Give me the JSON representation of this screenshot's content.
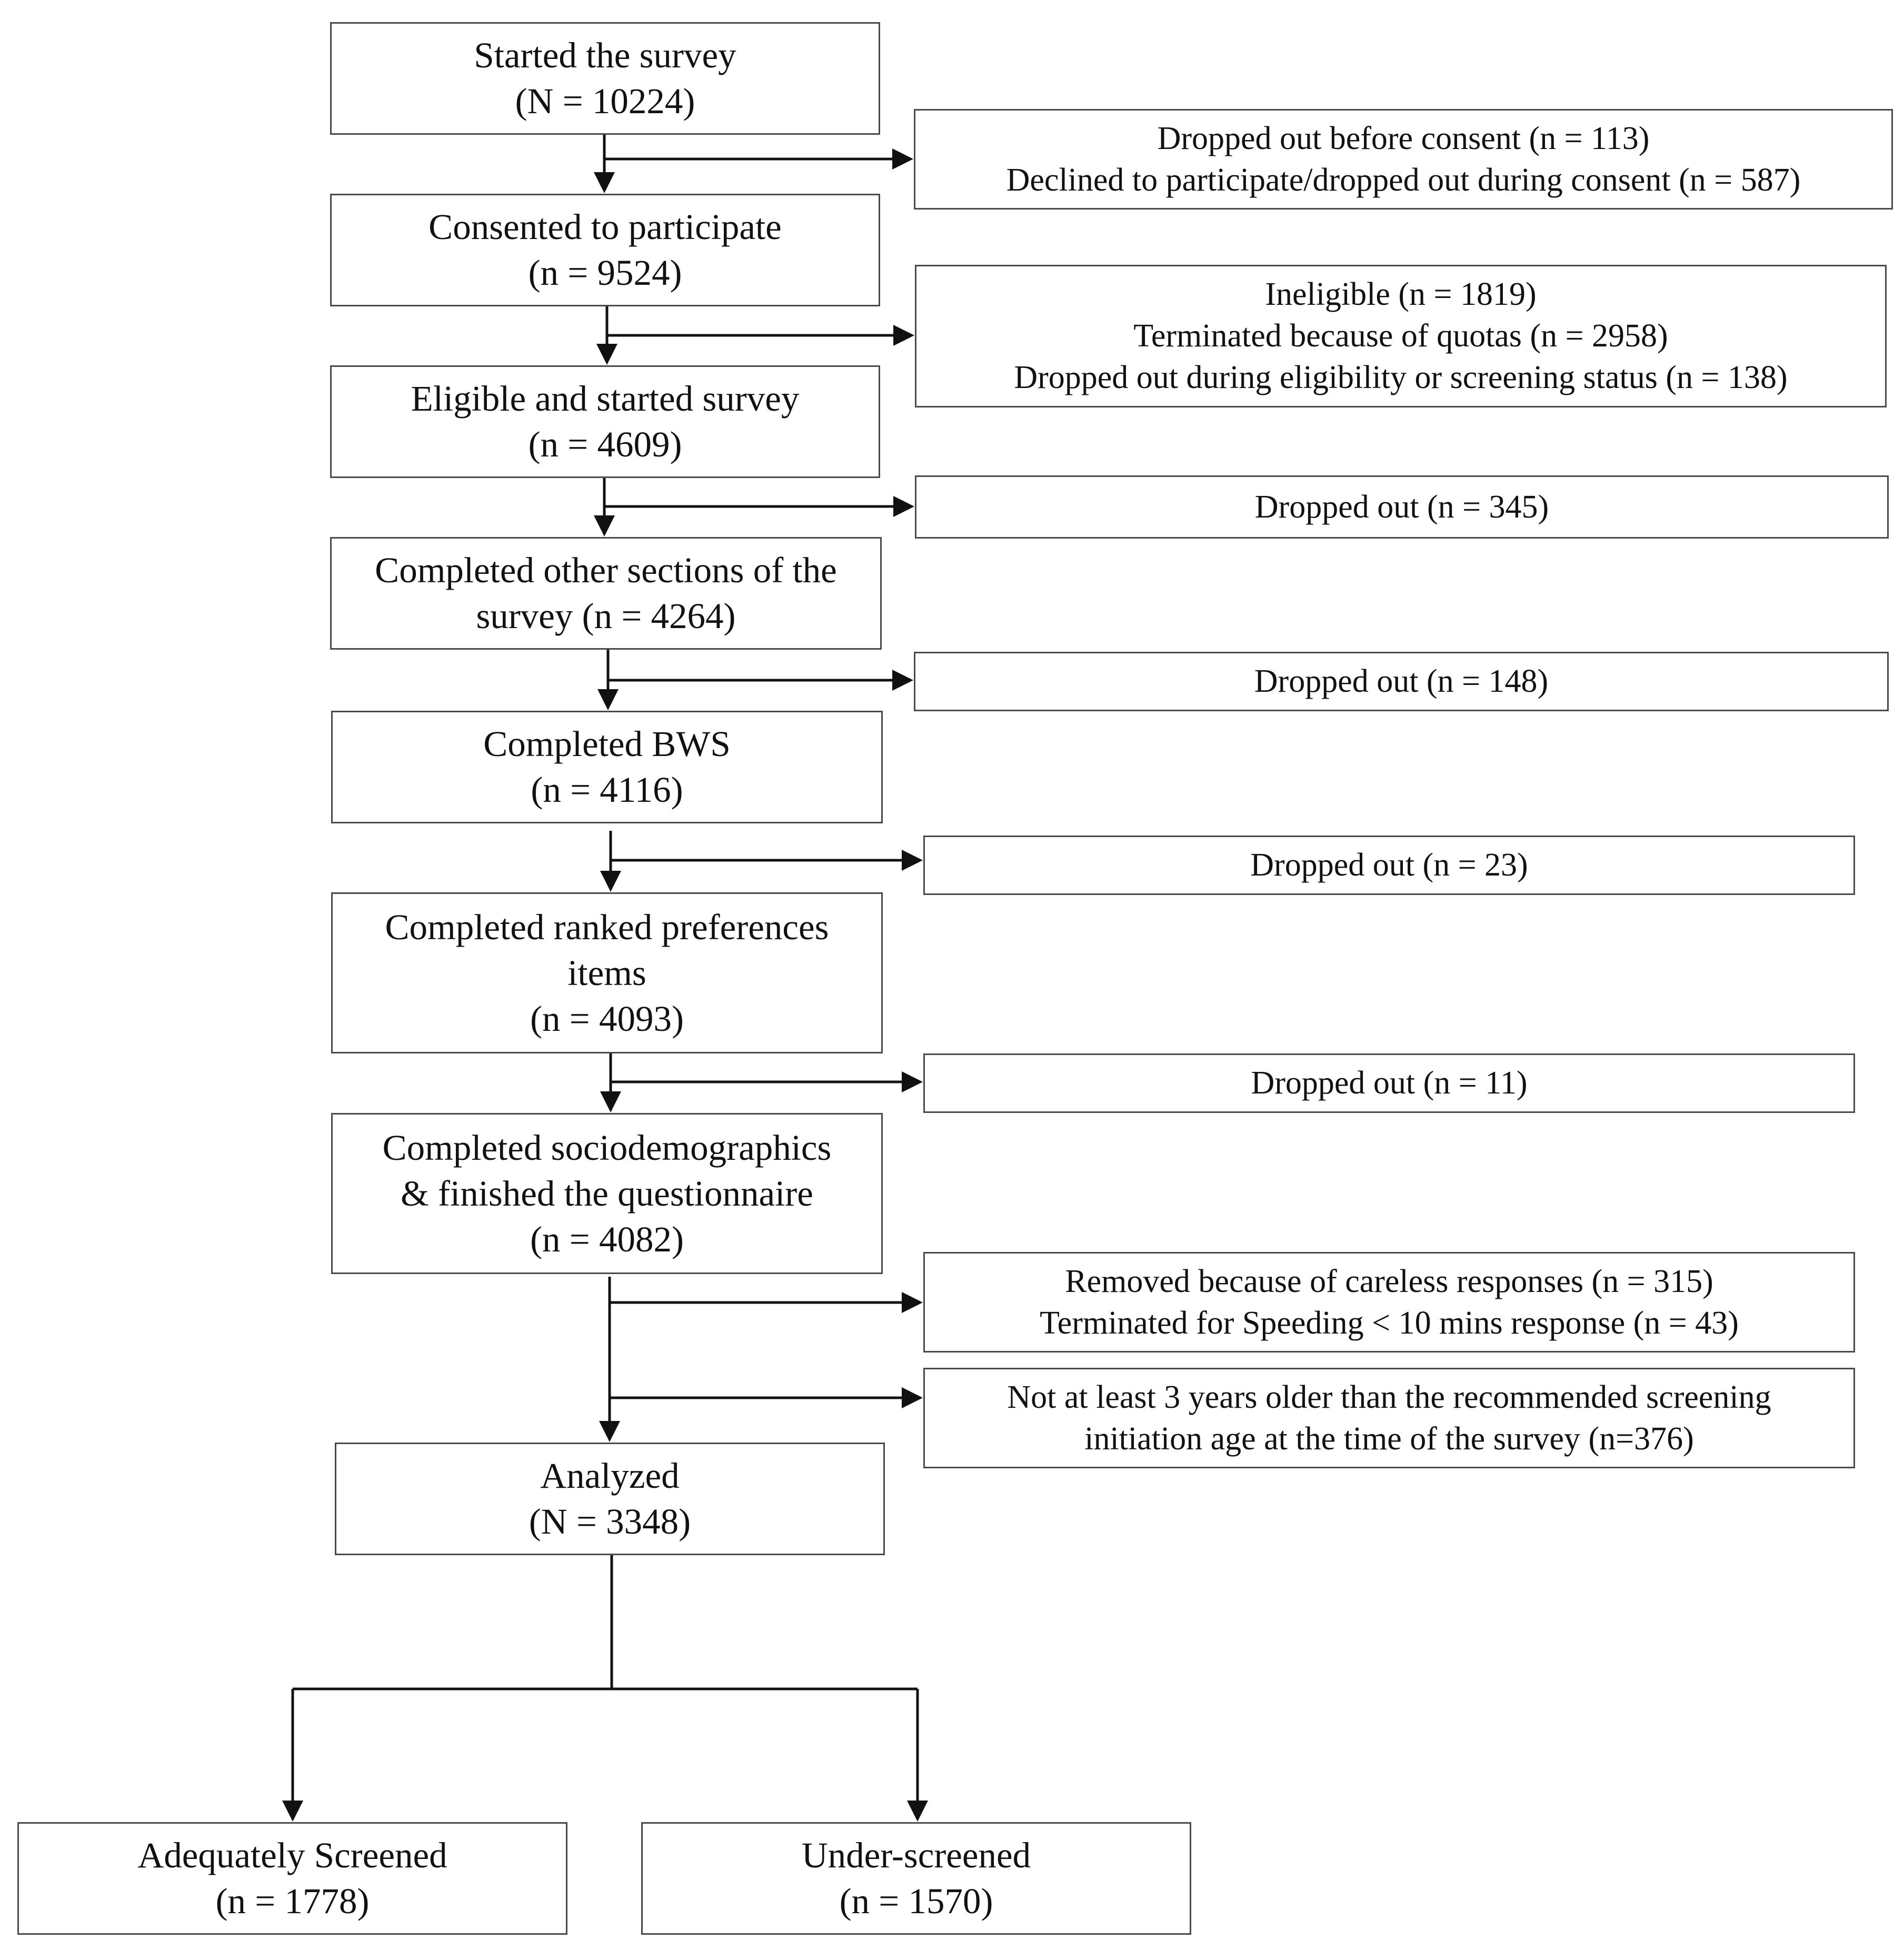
{
  "flow": {
    "started": {
      "line1": "Started the survey",
      "line2": "(N = 10224)"
    },
    "consented": {
      "line1": "Consented to participate",
      "line2": "(n = 9524)"
    },
    "eligible": {
      "line1": "Eligible and started survey",
      "line2": "(n = 4609)"
    },
    "other_sections": {
      "line1": "Completed other sections of the",
      "line2": "survey (n = 4264)"
    },
    "bws": {
      "line1": "Completed BWS",
      "line2": "(n = 4116)"
    },
    "ranked": {
      "line1": "Completed ranked preferences",
      "line2": "items",
      "line3": "(n = 4093)"
    },
    "sociodemo": {
      "line1": "Completed sociodemographics",
      "line2": "& finished the questionnaire",
      "line3": "(n = 4082)"
    },
    "analyzed": {
      "line1": "Analyzed",
      "line2": "(N = 3348)"
    },
    "adequate": {
      "line1": "Adequately Screened",
      "line2": "(n = 1778)"
    },
    "under": {
      "line1": "Under-screened",
      "line2": "(n = 1570)"
    }
  },
  "exclusions": {
    "consent": {
      "line1": "Dropped out before consent (n = 113)",
      "line2": "Declined to participate/dropped out during consent (n = 587)"
    },
    "eligibility": {
      "line1": "Ineligible (n = 1819)",
      "line2": "Terminated because of quotas (n = 2958)",
      "line3": "Dropped out during eligibility or screening status (n = 138)"
    },
    "after_eligible": {
      "line1": "Dropped out (n = 345)"
    },
    "after_other": {
      "line1": "Dropped out (n = 148)"
    },
    "after_bws": {
      "line1": "Dropped out (n = 23)"
    },
    "after_ranked": {
      "line1": "Dropped out (n = 11)"
    },
    "quality": {
      "line1": "Removed because of careless responses (n = 315)",
      "line2": "Terminated for Speeding < 10 mins response (n = 43)"
    },
    "age": {
      "line1": "Not at least 3 years older than the recommended screening initiation age at the time of the survey (n=376)"
    }
  },
  "colors": {
    "line": "#111111",
    "border": "#4a4a4a",
    "text": "#111111"
  }
}
